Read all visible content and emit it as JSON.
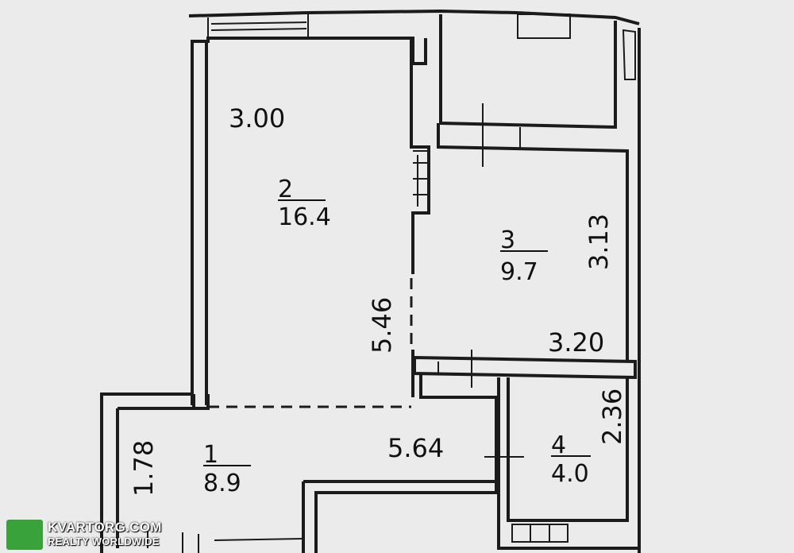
{
  "rooms": [
    {
      "number": "2",
      "area": "16.4"
    },
    {
      "number": "3",
      "area": "9.7"
    },
    {
      "number": "1",
      "area": "8.9"
    },
    {
      "number": "4",
      "area": "4.0"
    }
  ],
  "dimensions": {
    "room2_width": "3.00",
    "room2_length": "5.46",
    "room3_height": "3.13",
    "room3_width": "3.20",
    "room4_height": "2.36",
    "room1_width": "5.64",
    "room1_height": "1.78"
  },
  "watermark": {
    "line1": "KVARTORG.COM",
    "line2": "REALTY WORLDWIDE"
  }
}
